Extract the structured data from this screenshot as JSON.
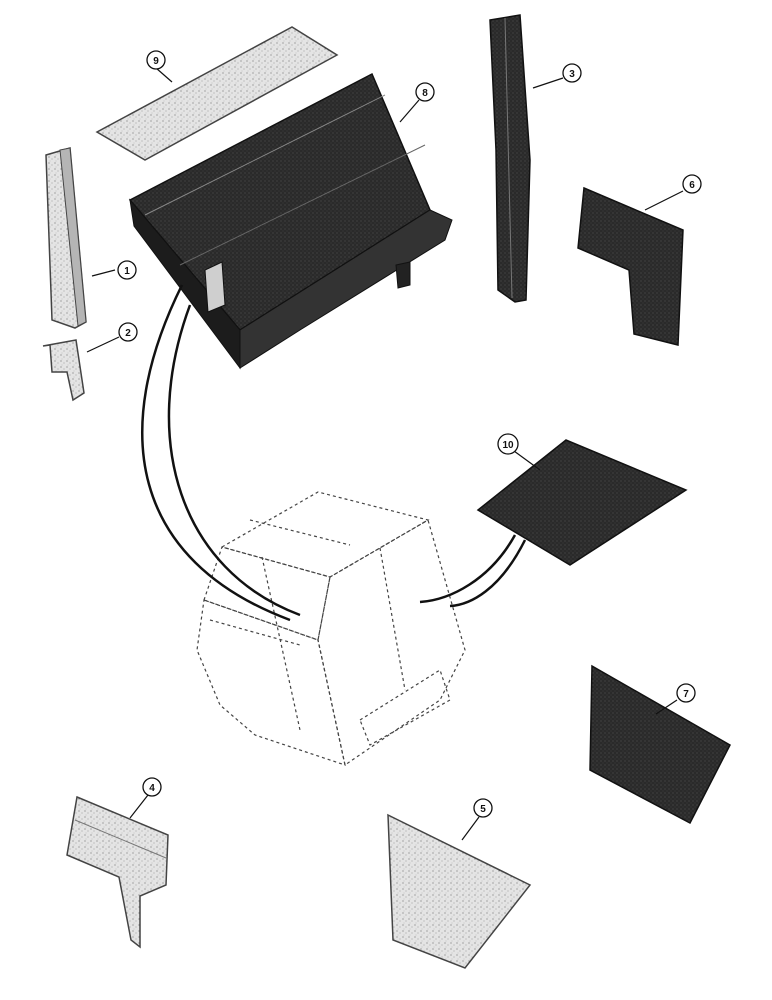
{
  "diagram": {
    "type": "exploded-parts-illustration",
    "subject": "cab interior insulation panels",
    "colors": {
      "ink": "#111111",
      "light_fill": "#d9d9d9",
      "dark_fill": "#2b2b2b",
      "outline": "#555555",
      "background": "#ffffff"
    },
    "callouts": [
      {
        "id": "c1",
        "label": "1"
      },
      {
        "id": "c2",
        "label": "2"
      },
      {
        "id": "c3",
        "label": "3"
      },
      {
        "id": "c4",
        "label": "4"
      },
      {
        "id": "c5",
        "label": "5"
      },
      {
        "id": "c6",
        "label": "6"
      },
      {
        "id": "c7",
        "label": "7"
      },
      {
        "id": "c8",
        "label": "8"
      },
      {
        "id": "c9",
        "label": "9"
      },
      {
        "id": "c10",
        "label": "10"
      }
    ]
  }
}
